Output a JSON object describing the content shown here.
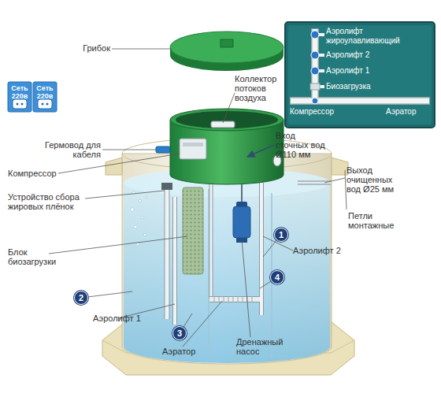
{
  "diagram": {
    "nodes": [
      {
        "text": [
          "Сеть 220в"
        ]
      },
      {
        "text": [
          "Сеть 220в"
        ]
      },
      {
        "text": [
          "Аэролифт жироулавливающий",
          "Аэролифт 2",
          "Аэролифт 1",
          "Биозагрузка",
          "Компрессор",
          "Аэратор"
        ]
      },
      {
        "text": [
          "1"
        ]
      },
      {
        "text": [
          "4"
        ]
      },
      {
        "text": [
          "2"
        ]
      },
      {
        "text": [
          "3"
        ]
      }
    ],
    "labels": [
      "Грибок",
      "Коллектор потоков воздуха",
      "Гермовод для кабеля",
      "Вход сточных вод Ø110 мм",
      "Компрессор",
      "Выход очищенных вод Ø25 мм",
      "Устройство сбора жировых плёнок",
      "Петли монтажные",
      "Блок биозагрузки",
      "Аэролифт 2",
      "Аэролифт 1",
      "Аэратор",
      "Дренажный насос"
    ]
  }
}
